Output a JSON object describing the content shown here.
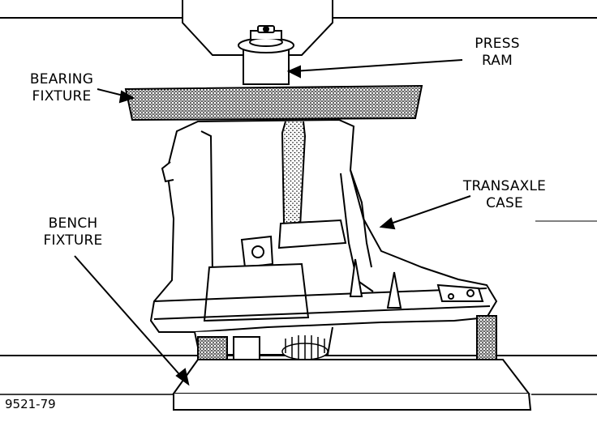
{
  "labels": {
    "press_ram": [
      "PRESS",
      "RAM"
    ],
    "bearing_fixture": [
      "BEARING",
      "FIXTURE"
    ],
    "transaxle_case": [
      "TRANSAXLE",
      "CASE"
    ],
    "bench_fixture": [
      "BENCH",
      "FIXTURE"
    ]
  },
  "figure_code": "9521-79",
  "colors": {
    "ink": "#000000",
    "paper": "#ffffff",
    "stipple": "#7a7a7a"
  }
}
